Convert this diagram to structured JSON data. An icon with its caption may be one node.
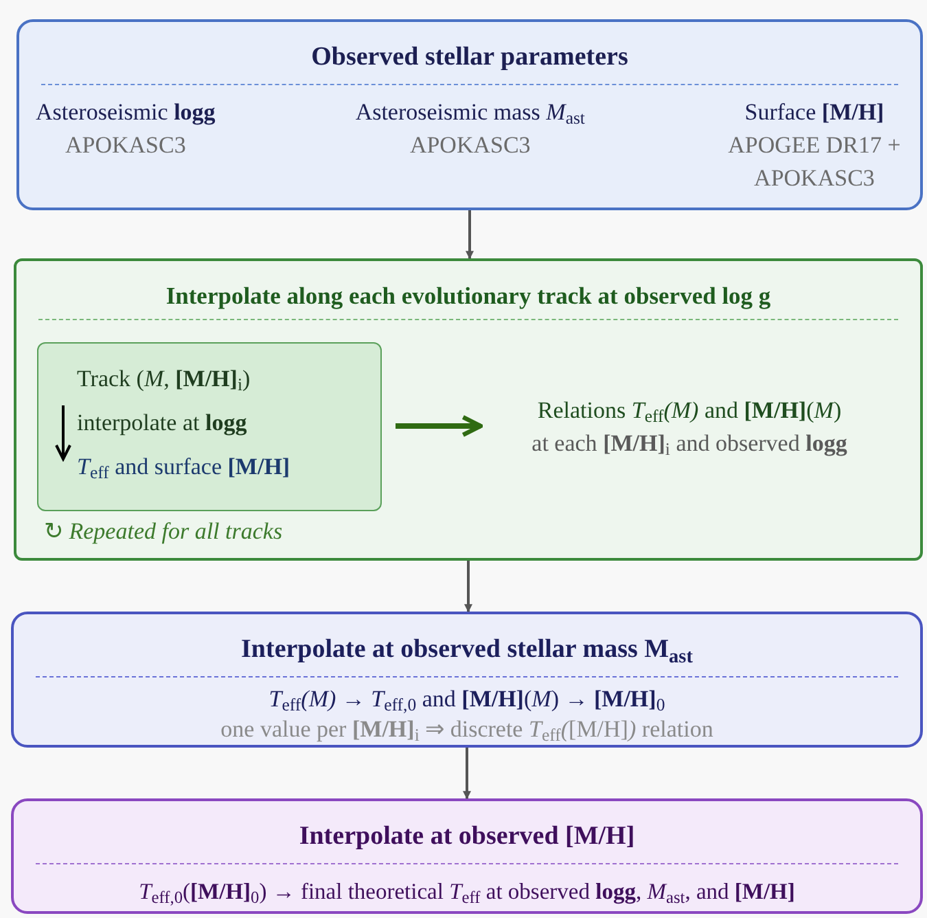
{
  "diagram": {
    "nodes": [
      {
        "text": [
          "Observed stellar parameters",
          "Asteroseismic **logg**",
          "APOKASC3",
          "Asteroseismic mass *M*$_{ast}$",
          "APOKASC3",
          "Surface **[M/H]**",
          "APOGEE DR17 + APOKASC3"
        ]
      },
      {
        "text": [
          "Interpolate along each evolutionary track at observed log g",
          "↻ *Repeated for all tracks*"
        ]
      },
      {
        "text": [
          "Track (*M*, **[M/H]**$_{i}$)",
          "interpolate at **logg**",
          "*T*$_{eff}$ and surface **[M/H]**"
        ],
        "in": 1
      },
      {
        "text": [
          "Relations *T*$_{eff}$*(M)* and **[M/H]**(*M*)",
          "at each **[M/H]**$_{i}$ and observed **logg**"
        ],
        "in": 1
      },
      {
        "text": [
          "Interpolate at observed stellar mass M$_{ast}$",
          "*T*$_{eff}$*(M)* → *T*$_{eff,0}$ and **[M/H]**(*M*) → **[M/H]**$_{0}$",
          "one value per **[M/H]**$_{i}$ ⇒ discrete *T*$_{eff}$*(*[M/H]*)* relation"
        ]
      },
      {
        "text": [
          "Interpolate at observed [M/H]",
          "*T*$_{eff,0}$(**[M/H]**$_{0}$) → final theoretical *T*$_{eff}$ at observed **logg**, *M*$_{ast}$, and **[M/H]**"
        ]
      }
    ],
    "edges": [
      {
        "from": 0,
        "to": 1,
        "arrow": "to"
      },
      {
        "from": 2,
        "to": 3,
        "arrow": "to",
        "style": "thick",
        "color": "#2f6b12"
      },
      {
        "from": 1,
        "to": 4,
        "arrow": "to"
      },
      {
        "from": 4,
        "to": 5,
        "arrow": "to"
      }
    ]
  }
}
